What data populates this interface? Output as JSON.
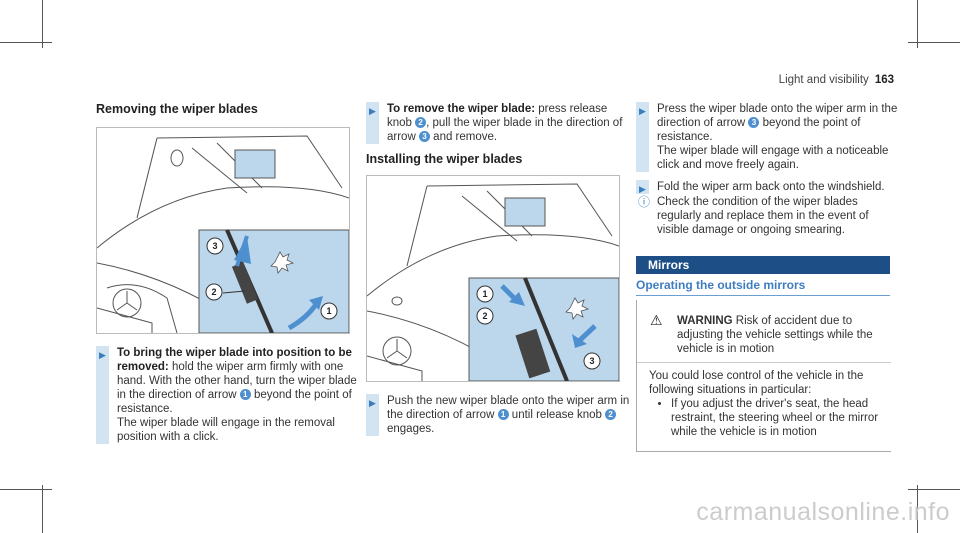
{
  "header": {
    "section": "Light and visibility",
    "page": "163"
  },
  "left": {
    "title": "Removing the wiper blades",
    "figure_labels": [
      "3",
      "2",
      "1"
    ],
    "step": {
      "bold": "To bring the wiper blade into position to be removed:",
      "text1": "hold the wiper arm firmly with one hand. With the other hand, turn the wiper blade in the direction of arrow",
      "n1": "1",
      "text2": "beyond the point of resistance.",
      "text3": "The wiper blade will engage in the removal position with a click."
    }
  },
  "middle": {
    "step_remove": {
      "bold": "To remove the wiper blade:",
      "t1": "press release knob",
      "n2": "2",
      "t2": ", pull the wiper blade in the direction of arrow",
      "n3": "3",
      "t3": "and remove."
    },
    "title": "Installing the wiper blades",
    "figure_labels": [
      "1",
      "2",
      "3"
    ],
    "step_push": {
      "t1": "Push the new wiper blade onto the wiper arm in the direction of arrow",
      "n1": "1",
      "t2": "until release knob",
      "n2": "2",
      "t3": "engages."
    }
  },
  "right": {
    "step_press": {
      "t1": "Press the wiper blade onto the wiper arm in the direction of arrow",
      "n3": "3",
      "t2": "beyond the point of resistance.",
      "t3": "The wiper blade will engage with a noticeable click and move freely again."
    },
    "step_fold": "Fold the wiper arm back onto the windshield.",
    "note": "Check the condition of the wiper blades regularly and replace them in the event of visible damage or ongoing smearing.",
    "section_bar": "Mirrors",
    "subsection": "Operating the outside mirrors",
    "warning": {
      "label": "WARNING",
      "head": "Risk of accident due to adjusting the vehicle settings while the vehicle is in motion",
      "body": "You could lose control of the vehicle in the following situations in particular:",
      "bullet": "If you adjust the driver's seat, the head restraint, the steering wheel or the mirror while the vehicle is in motion"
    }
  },
  "watermark": "carmanualsonline.info",
  "colors": {
    "accent": "#4e8fcf",
    "section_bar": "#1d4f86",
    "inset": "#bcd6ec"
  }
}
